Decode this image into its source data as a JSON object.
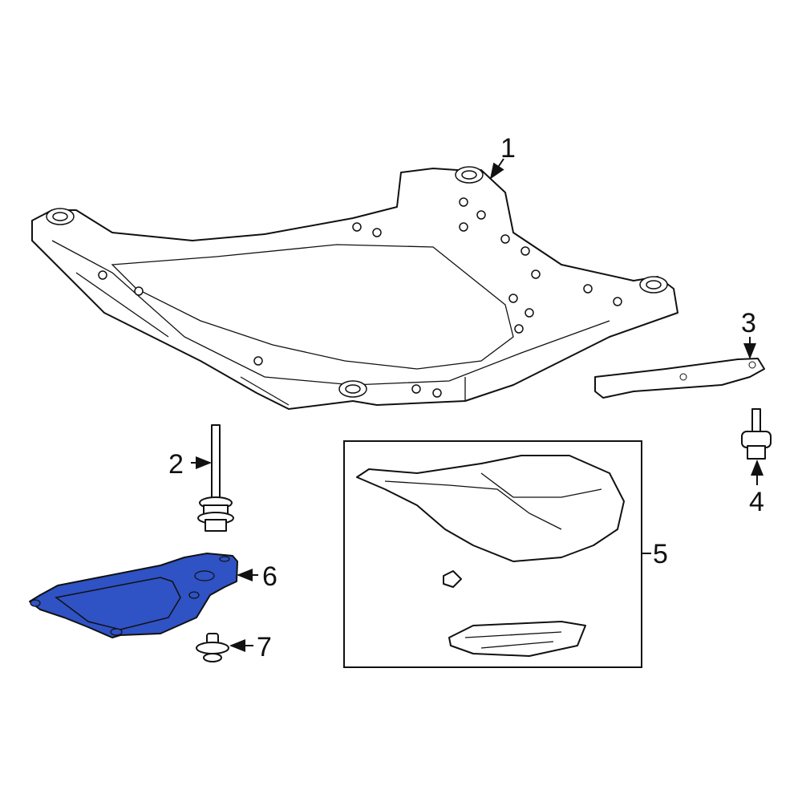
{
  "callouts": [
    {
      "number": "1",
      "part": "crossmember"
    },
    {
      "number": "2",
      "part": "bolt"
    },
    {
      "number": "3",
      "part": "brace"
    },
    {
      "number": "4",
      "part": "mount"
    },
    {
      "number": "5",
      "part": "splash-shield-kit"
    },
    {
      "number": "6",
      "part": "under-cover"
    },
    {
      "number": "7",
      "part": "clip"
    }
  ],
  "colors": {
    "highlight": "#2f52c4",
    "line": "#111111",
    "background": "#ffffff"
  }
}
